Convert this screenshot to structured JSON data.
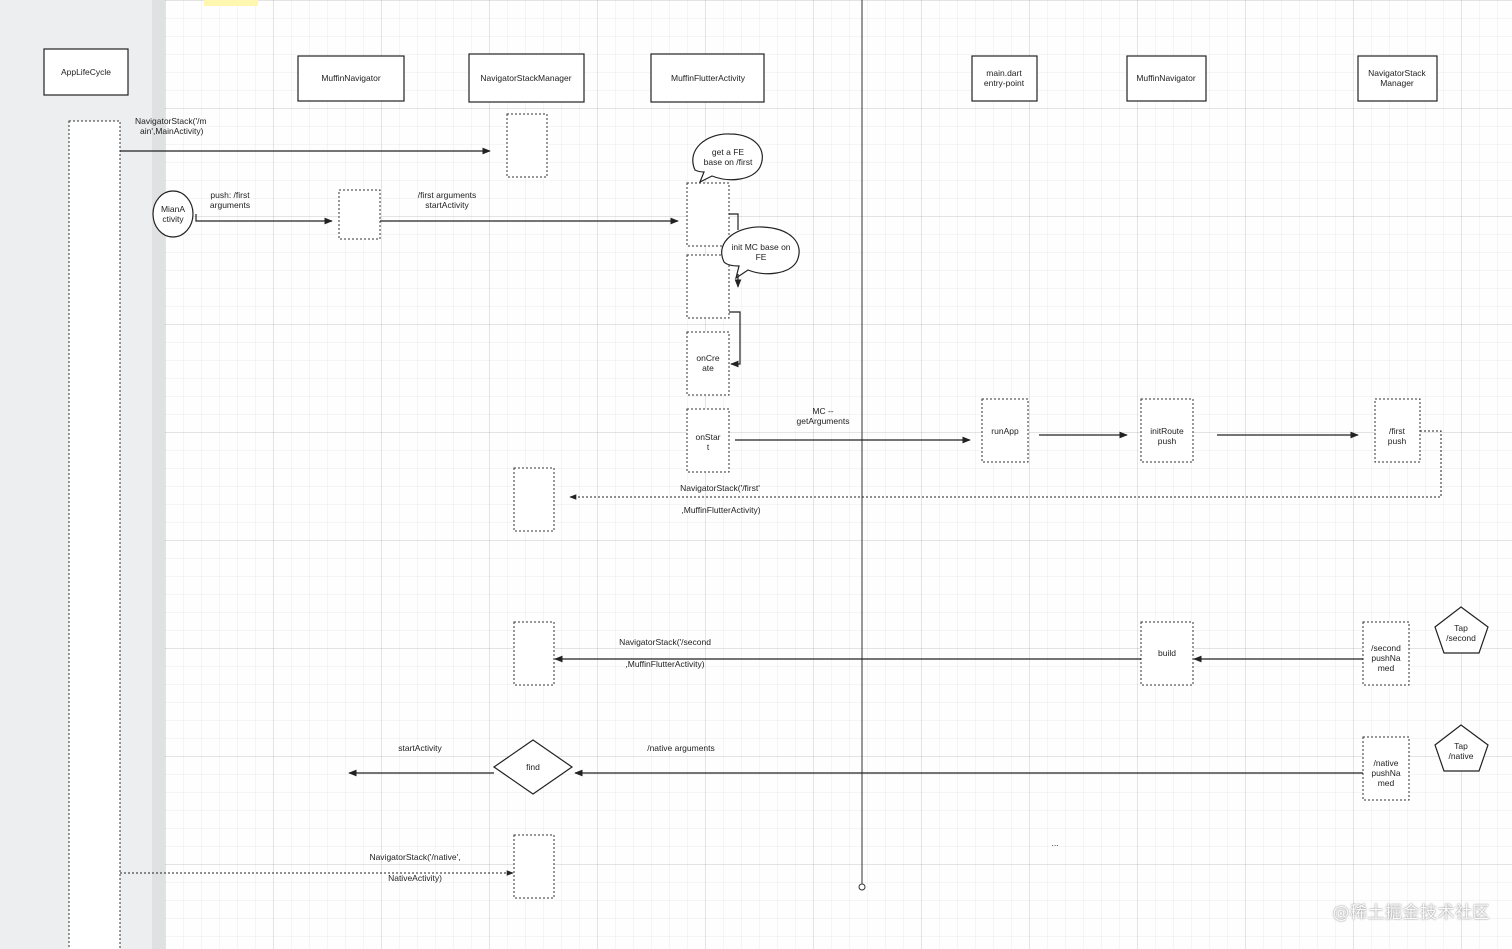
{
  "participants": {
    "app_life_cycle": "AppLifeCycle",
    "muffin_navigator_left": "MuffinNavigator",
    "navigator_stack_manager_left": "NavigatorStackManager",
    "muffin_flutter_activity": "MuffinFlutterActivity",
    "main_dart_line1": "main.dart",
    "main_dart_line2": "entry-point",
    "muffin_navigator_right": "MuffinNavigator",
    "navigator_stack_manager_right_line1": "NavigatorStack",
    "navigator_stack_manager_right_line2": "Manager"
  },
  "shapes": {
    "main_activity_line1": "MianA",
    "main_activity_line2": "ctivity",
    "tap_second_line1": "Tap",
    "tap_second_line2": "/second",
    "tap_native_line1": "Tap",
    "tap_native_line2": "/native",
    "find": "find"
  },
  "bubbles": {
    "get_fe_line1": "get a FE",
    "get_fe_line2": "base on /first",
    "init_mc_line1": "init MC base on",
    "init_mc_line2": "FE"
  },
  "activations": {
    "on_create_line1": "onCre",
    "on_create_line2": "ate",
    "on_start_line1": "onStar",
    "on_start_line2": "t",
    "run_app": "runApp",
    "init_route_line1": "initRoute",
    "init_route_line2": "push",
    "first_push_line1": "/first",
    "first_push_line2": "push",
    "build": "build",
    "second_push_line1": "/second",
    "second_push_line2": "pushNa",
    "second_push_line3": "med",
    "native_push_line1": "/native",
    "native_push_line2": "pushNa",
    "native_push_line3": "med"
  },
  "messages": {
    "nav_stack_main_line1": "NavigatorStack('/m",
    "nav_stack_main_line2": "ain',MainActivity)",
    "push_first_line1": "push: /first",
    "push_first_line2": "arguments",
    "first_args_line1": "/first arguments",
    "first_args_line2": "startActivity",
    "mc_get_args_line1": "MC --",
    "mc_get_args_line2": "getArguments",
    "nav_stack_first_line1": "NavigatorStack('/first'",
    "nav_stack_first_line2": ",MuffinFlutterActivity)",
    "nav_stack_second_line1": "NavigatorStack('/second",
    "nav_stack_second_line2": ",MuffinFlutterActivity)",
    "start_activity": "startActivity",
    "native_args": "/native arguments",
    "nav_stack_native_line1": "NavigatorStack('/native',",
    "nav_stack_native_line2": "NativeActivity)",
    "ellipsis": "..."
  },
  "watermark": "@稀土掘金技术社区",
  "colors": {
    "stroke": "#222222",
    "gutter": "#eceeef",
    "grid": "#e6e6e6"
  }
}
